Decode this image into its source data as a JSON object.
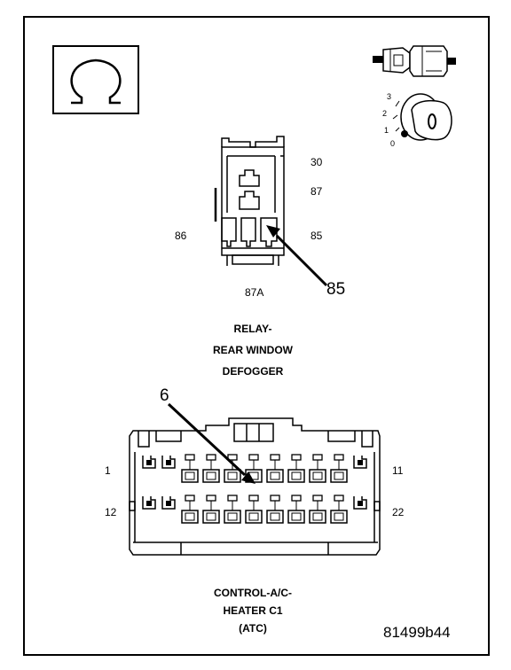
{
  "relay": {
    "pins": {
      "p30": "30",
      "p87": "87",
      "p86": "86",
      "p85": "85",
      "p87a": "87A"
    },
    "callout": "85",
    "title_line1": "RELAY-",
    "title_line2": "REAR WINDOW",
    "title_line3": "DEFOGGER"
  },
  "connector": {
    "callout": "6",
    "pins": {
      "p1": "1",
      "p11": "11",
      "p12": "12",
      "p22": "22"
    },
    "title_line1": "CONTROL-A/C-",
    "title_line2": "HEATER C1",
    "title_line3": "(ATC)"
  },
  "ignition": {
    "positions": [
      "3",
      "2",
      "1",
      "0"
    ]
  },
  "figure_id": "81499b44",
  "icons": {
    "ohmmeter": "ohm-symbol-icon",
    "key": "ignition-key-icon",
    "switch": "ignition-switch-icon"
  }
}
